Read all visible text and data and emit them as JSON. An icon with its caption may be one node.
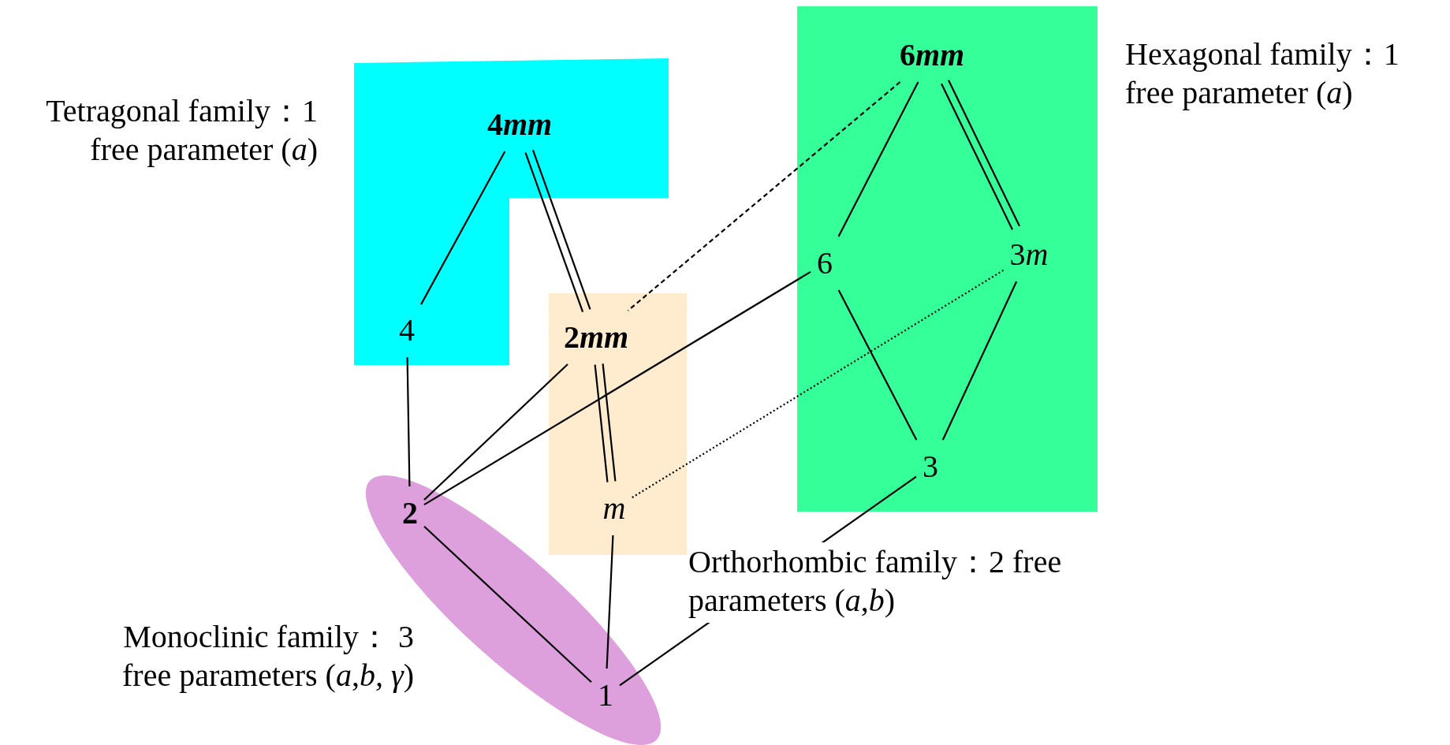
{
  "diagram": {
    "nodes": [
      {
        "text": [],
        "shape": "box",
        "beside": [
          "Tetragonal family：1 free parameter (*a*)"
        ]
      },
      {
        "text": [
          "4mm"
        ],
        "in": 0
      },
      {
        "text": [
          "4"
        ],
        "in": 0
      },
      {
        "text": [],
        "shape": "box",
        "beside": [
          "Hexagonal family：1 free parameter (*a*)"
        ]
      },
      {
        "text": [
          "6mm"
        ],
        "in": 3
      },
      {
        "text": [
          "6"
        ],
        "in": 3
      },
      {
        "text": [
          "3m"
        ],
        "in": 3
      },
      {
        "text": [
          "3"
        ],
        "in": 3
      },
      {
        "text": [],
        "shape": "box",
        "beside": [
          "Orthorhombic family：2 free parameters (*a*,*b*)"
        ]
      },
      {
        "text": [
          "2mm"
        ],
        "in": 8
      },
      {
        "text": [
          "*m*"
        ],
        "in": 8
      },
      {
        "text": [],
        "shape": "ellipse",
        "beside": [
          "Monoclinic family： 3 free parameters (*a*,*b,* *γ*)"
        ]
      },
      {
        "text": [
          "2"
        ],
        "in": 11
      },
      {
        "text": [
          "1"
        ],
        "in": 11
      }
    ],
    "edges": [
      {
        "from": 1,
        "to": 2,
        "arrow": "none"
      },
      {
        "from": 1,
        "to": 9,
        "arrow": "none"
      },
      {
        "from": 1,
        "to": 9,
        "arrow": "none"
      },
      {
        "from": 4,
        "to": 9,
        "arrow": "none",
        "style": "dashed"
      },
      {
        "from": 4,
        "to": 5,
        "arrow": "none"
      },
      {
        "from": 4,
        "to": 6,
        "arrow": "none"
      },
      {
        "from": 4,
        "to": 6,
        "arrow": "none"
      },
      {
        "from": 2,
        "to": 12,
        "arrow": "none"
      },
      {
        "from": 9,
        "to": 12,
        "arrow": "none"
      },
      {
        "from": 9,
        "to": 10,
        "arrow": "none"
      },
      {
        "from": 9,
        "to": 10,
        "arrow": "none"
      },
      {
        "from": 5,
        "to": 12,
        "arrow": "none"
      },
      {
        "from": 5,
        "to": 7,
        "arrow": "none"
      },
      {
        "from": 6,
        "to": 7,
        "arrow": "none"
      },
      {
        "from": 6,
        "to": 10,
        "arrow": "none",
        "style": "dashed"
      },
      {
        "from": 12,
        "to": 13,
        "arrow": "none"
      },
      {
        "from": 10,
        "to": 13,
        "arrow": "none"
      },
      {
        "from": 7,
        "to": 13,
        "arrow": "none"
      }
    ]
  }
}
